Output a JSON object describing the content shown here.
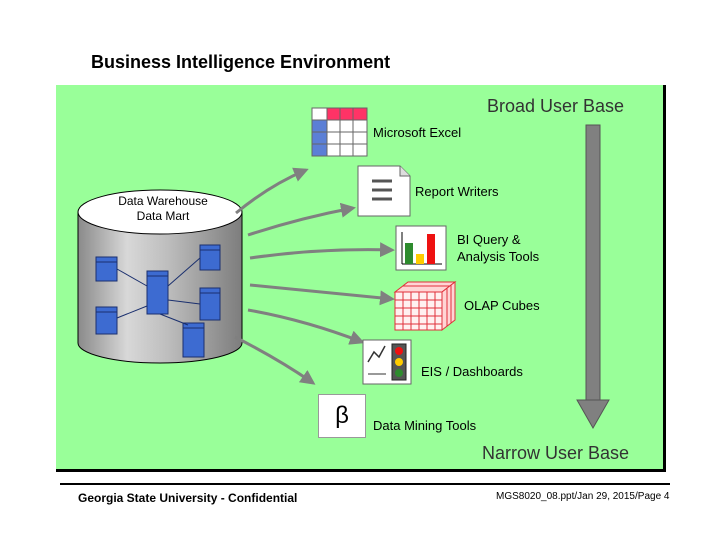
{
  "title": "Business Intelligence Environment",
  "broad_label": "Broad User Base",
  "narrow_label": "Narrow User Base",
  "database": {
    "line1": "Data Warehouse",
    "line2": "Data Mart"
  },
  "tools": {
    "excel": "Microsoft Excel",
    "report": "Report Writers",
    "bi_query_1": "BI Query &",
    "bi_query_2": "Analysis Tools",
    "olap": "OLAP Cubes",
    "eis": "EIS / Dashboards",
    "mining": "Data Mining Tools",
    "beta_symbol": "β"
  },
  "footer": {
    "left": "Georgia State University - Confidential",
    "right": "MGS8020_08.ppt/Jan 29, 2015/Page 4"
  },
  "colors": {
    "panel": "#99ff99",
    "arrow": "#808080",
    "cylinder": "#a8a8a8",
    "excel_header": "#ff3366",
    "excel_side": "#5b7fd6",
    "olap": "#e0303a",
    "chart_bars": [
      "#2e8b2e",
      "#ffcc00",
      "#ee1111"
    ]
  }
}
